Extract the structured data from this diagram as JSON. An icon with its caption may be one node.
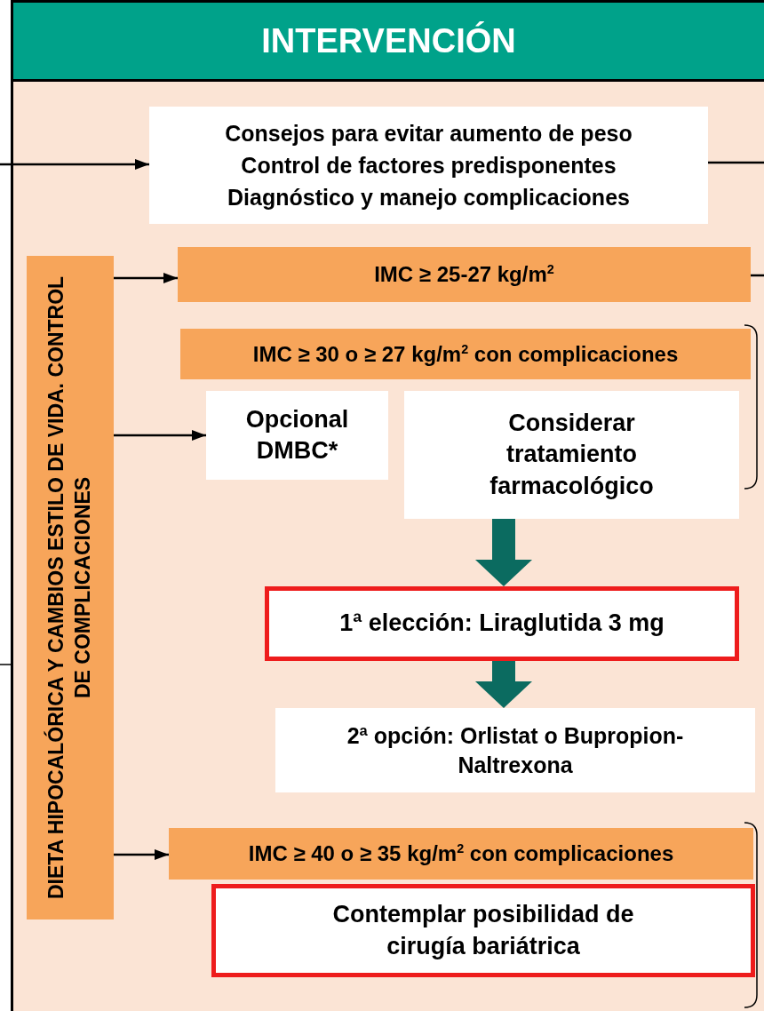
{
  "diagram": {
    "title": "INTERVENCIÓN",
    "nodes": [
      {
        "text": [
          "Consejos para evitar aumento de peso",
          "Control de factores predisponentes",
          "Diagnóstico y manejo complicaciones"
        ]
      },
      {
        "text": [
          "DIETA HIPOCALÓRICA Y CAMBIOS ESTILO DE VIDA. CONTROL DE COMPLICACIONES"
        ]
      },
      {
        "text": [
          "IMC ≥ 25-27 kg/m$^{2}$"
        ]
      },
      {
        "text": [
          "IMC ≥ 30 o ≥ 27 kg/m$^{2}$ con complicaciones"
        ]
      },
      {
        "text": [
          "Opcional DMBC*"
        ]
      },
      {
        "text": [
          "Considerar tratamiento farmacológico"
        ]
      },
      {
        "text": [
          "1ª elección: Liraglutida 3 mg"
        ]
      },
      {
        "text": [
          "2ª opción: Orlistat o Bupropion-Naltrexona"
        ]
      },
      {
        "text": [
          "IMC ≥ 40 o ≥ 35 kg/m$^{2}$ con complicaciones"
        ]
      },
      {
        "text": [
          "Contemplar posibilidad de cirugía bariátrica"
        ]
      }
    ],
    "edges": [
      {
        "from": null,
        "to": 0,
        "arrow": "to"
      },
      {
        "from": 0,
        "to": null,
        "arrow": "none"
      },
      {
        "from": 1,
        "to": 2,
        "arrow": "to"
      },
      {
        "from": 2,
        "to": null,
        "arrow": "none"
      },
      {
        "from": 1,
        "to": 4,
        "arrow": "to"
      },
      {
        "from": 5,
        "to": 6,
        "arrow": "to",
        "style": "thick",
        "color": "#0b6b60"
      },
      {
        "from": 6,
        "to": 7,
        "arrow": "to",
        "style": "thick",
        "color": "#0b6b60"
      },
      {
        "from": 1,
        "to": 8,
        "arrow": "to"
      }
    ]
  }
}
